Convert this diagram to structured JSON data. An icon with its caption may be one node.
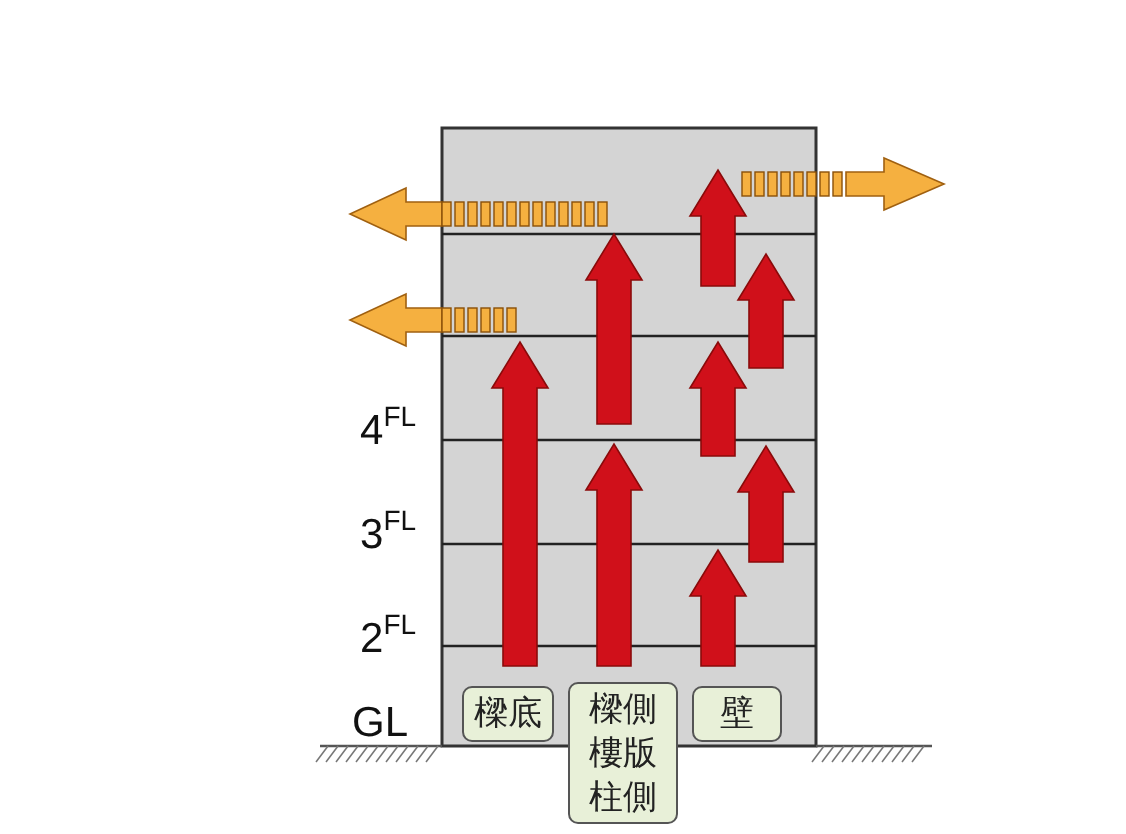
{
  "diagram": {
    "nodes": [
      {
        "text": [
          "樑底"
        ]
      },
      {
        "text": [
          "樑側樓版柱側"
        ]
      },
      {
        "text": [
          "壁"
        ]
      }
    ],
    "labels": [
      "4$^{FL}$",
      "3$^{FL}$",
      "2$^{FL}$",
      "GL"
    ]
  }
}
